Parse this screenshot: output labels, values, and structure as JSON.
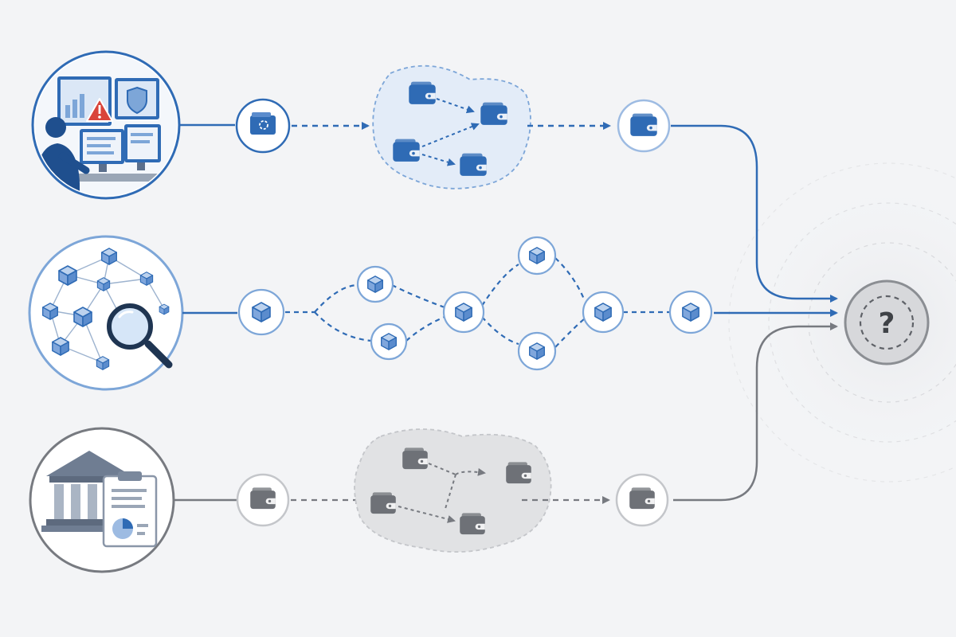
{
  "colors": {
    "background": "#f3f4f6",
    "primary_blue": "#2f6bb5",
    "light_blue": "#7da6d8",
    "node_fill_blue": "#e7eff9",
    "cluster_fill_blue": "#e3ecf8",
    "grey": "#777a80",
    "light_grey": "#c4c6ca",
    "cluster_fill_grey": "#e1e2e4",
    "target_fill": "#d7d8db",
    "alert_red": "#d9443a"
  },
  "flows": [
    {
      "id": "top",
      "source": {
        "scene": "security-analyst-at-monitors",
        "icons": [
          "monitor-icon",
          "warning-icon",
          "shield-icon",
          "analyst-icon"
        ]
      },
      "node_icon": "wallet-icon",
      "color": "primary_blue"
    },
    {
      "id": "middle",
      "source": {
        "scene": "blockchain-network-with-magnifier",
        "icons": [
          "block-icon",
          "magnifier-icon"
        ]
      },
      "node_icon": "block-icon",
      "color": "primary_blue"
    },
    {
      "id": "bottom",
      "source": {
        "scene": "bank-with-report",
        "icons": [
          "bank-icon",
          "clipboard-icon",
          "pie-chart-icon"
        ]
      },
      "node_icon": "wallet-icon",
      "color": "grey"
    }
  ],
  "destination": {
    "label": "?",
    "icon": "question-mark-icon"
  }
}
